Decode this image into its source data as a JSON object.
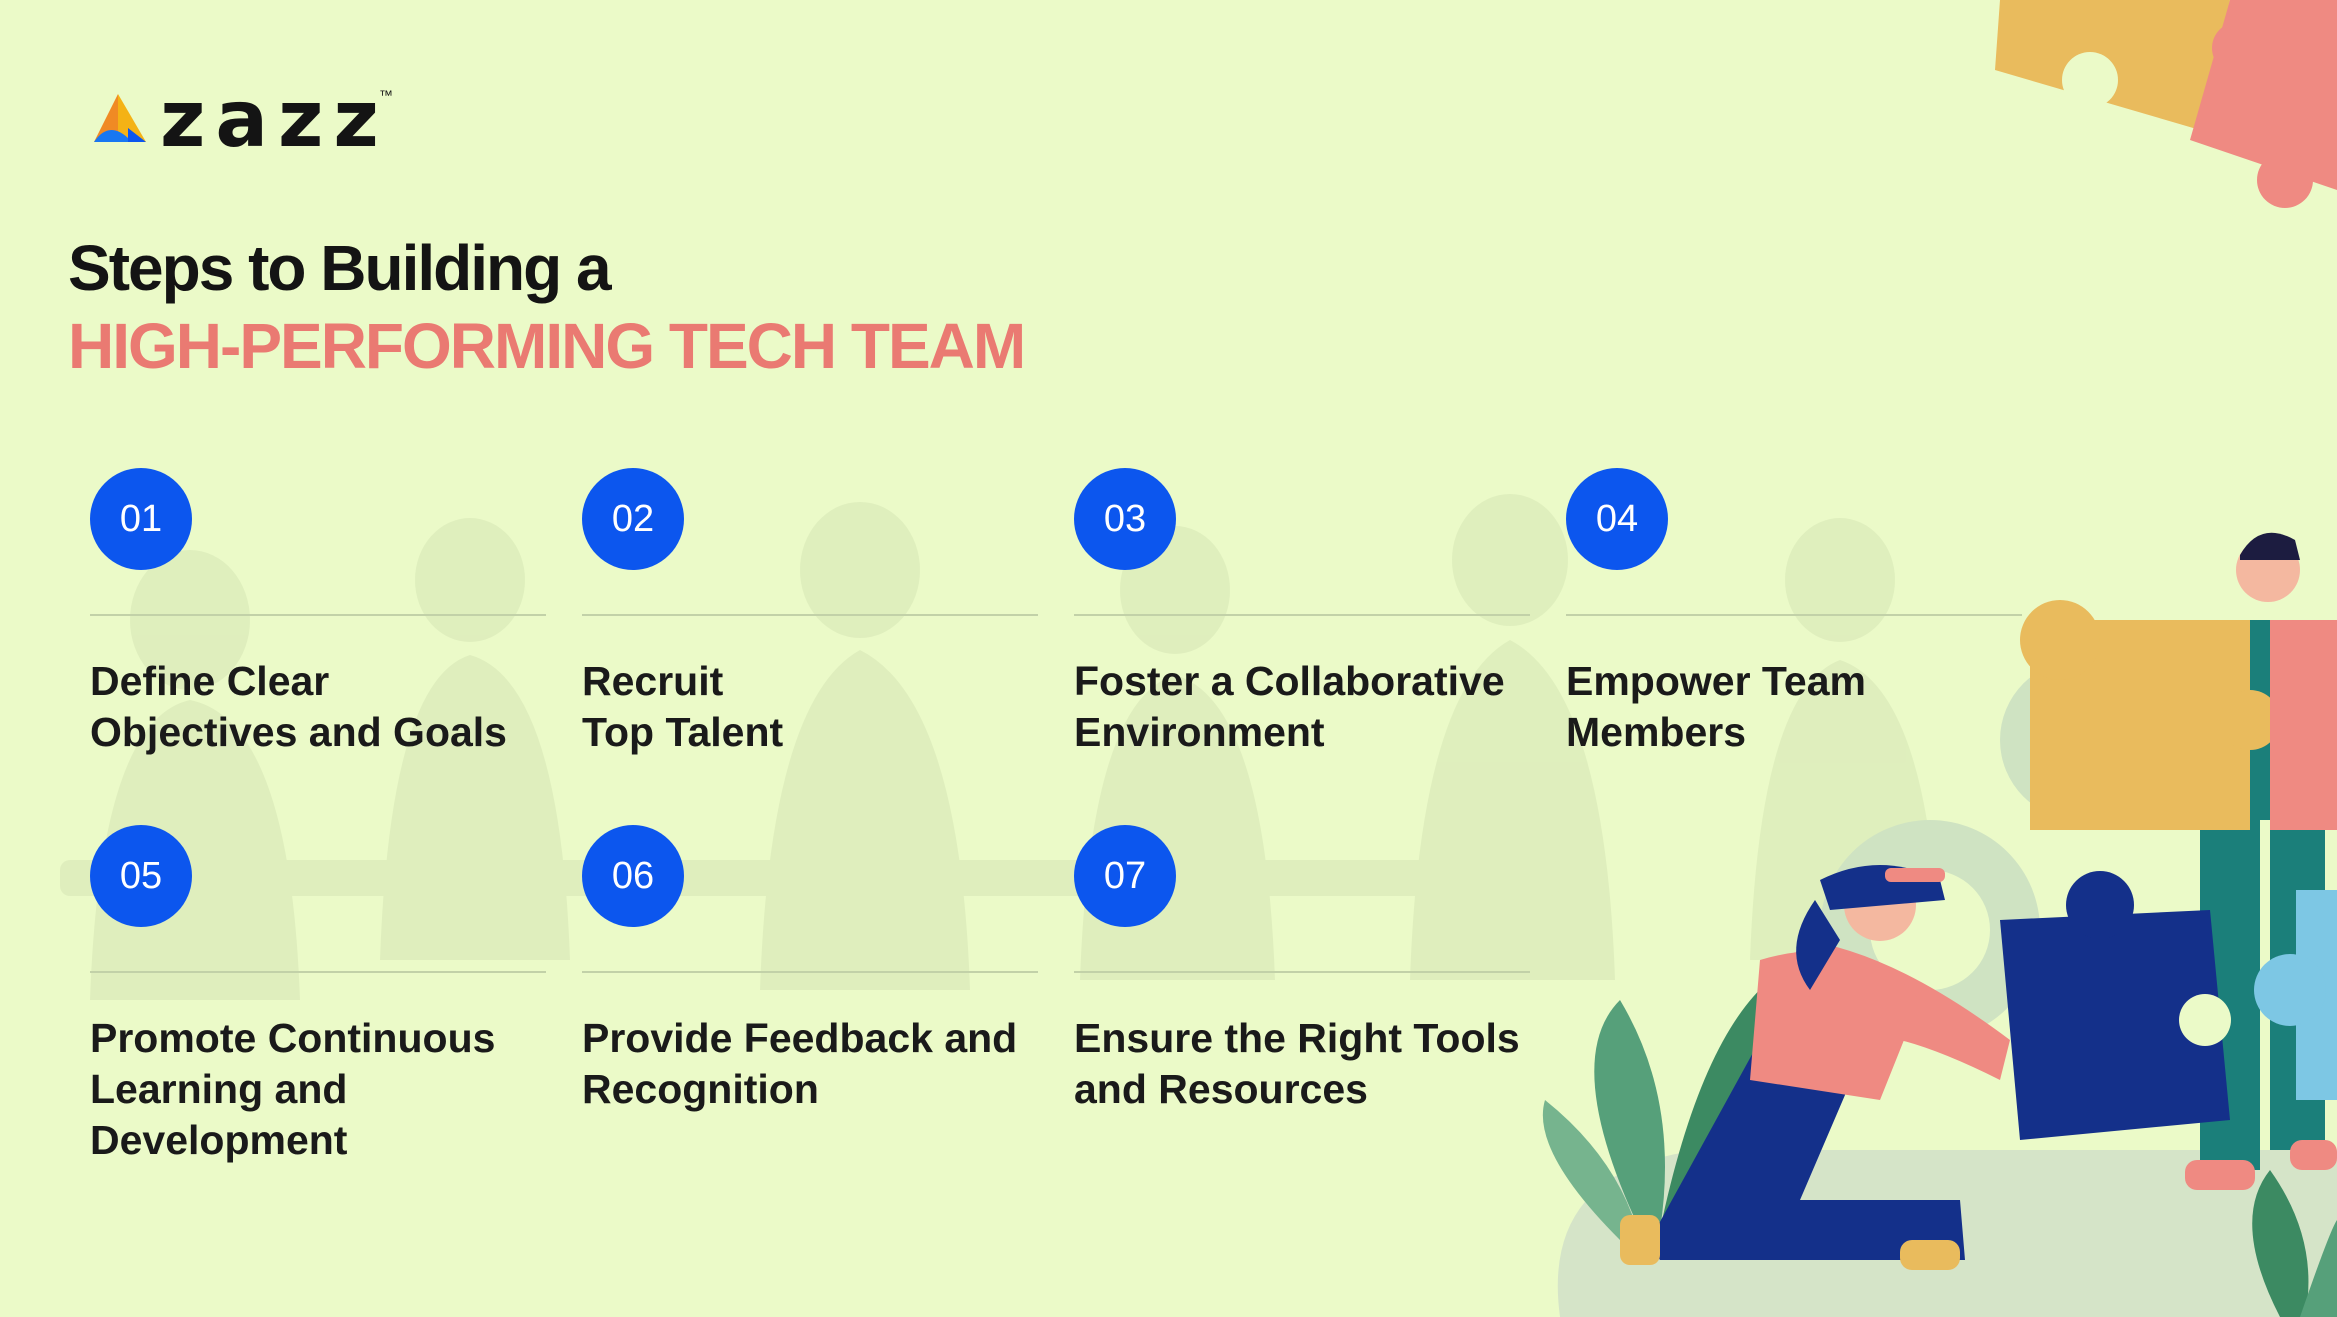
{
  "brand": {
    "name": "zazz",
    "trademark": "™"
  },
  "title": {
    "line1": "Steps to Building a",
    "line2": "HIGH-PERFORMING TECH TEAM"
  },
  "steps": [
    {
      "number": "01",
      "label": "Define Clear\nObjectives and Goals"
    },
    {
      "number": "02",
      "label": "Recruit\nTop Talent"
    },
    {
      "number": "03",
      "label": "Foster a Collaborative\nEnvironment"
    },
    {
      "number": "04",
      "label": "Empower Team\nMembers"
    },
    {
      "number": "05",
      "label": "Promote Continuous\nLearning and\nDevelopment"
    },
    {
      "number": "06",
      "label": "Provide Feedback and\nRecognition"
    },
    {
      "number": "07",
      "label": "Ensure the Right Tools\nand Resources"
    }
  ],
  "colors": {
    "background": "#ebfac8",
    "title_dark": "#141414",
    "title_accent": "#ea7a72",
    "badge": "#0c56ee",
    "puzzle_yellow": "#e9bb5d",
    "puzzle_pink": "#ef8a82",
    "puzzle_navy": "#14308a"
  }
}
